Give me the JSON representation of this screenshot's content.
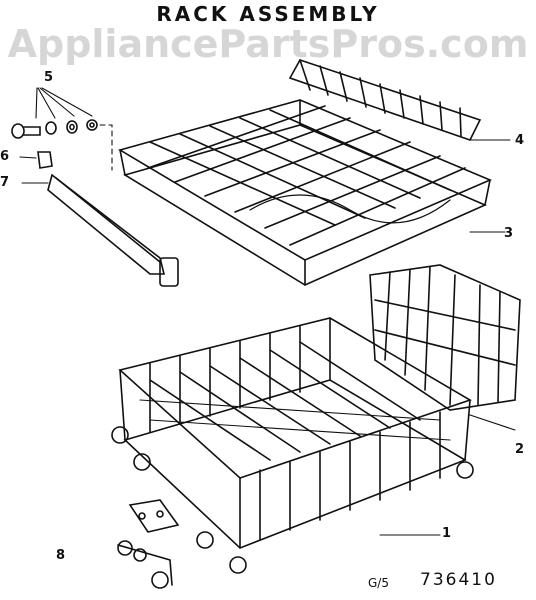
{
  "title": "RACK ASSEMBLY",
  "watermark": "AppliancePartsPros.com",
  "callouts": {
    "c1": "1",
    "c2": "2",
    "c3": "3",
    "c4": "4",
    "c5": "5",
    "c6": "6",
    "c7": "7",
    "c8": "8"
  },
  "footer": {
    "sheet": "G/5",
    "part_code": "736410"
  },
  "colors": {
    "ink": "#111111",
    "watermark": "#d6d6d6"
  }
}
